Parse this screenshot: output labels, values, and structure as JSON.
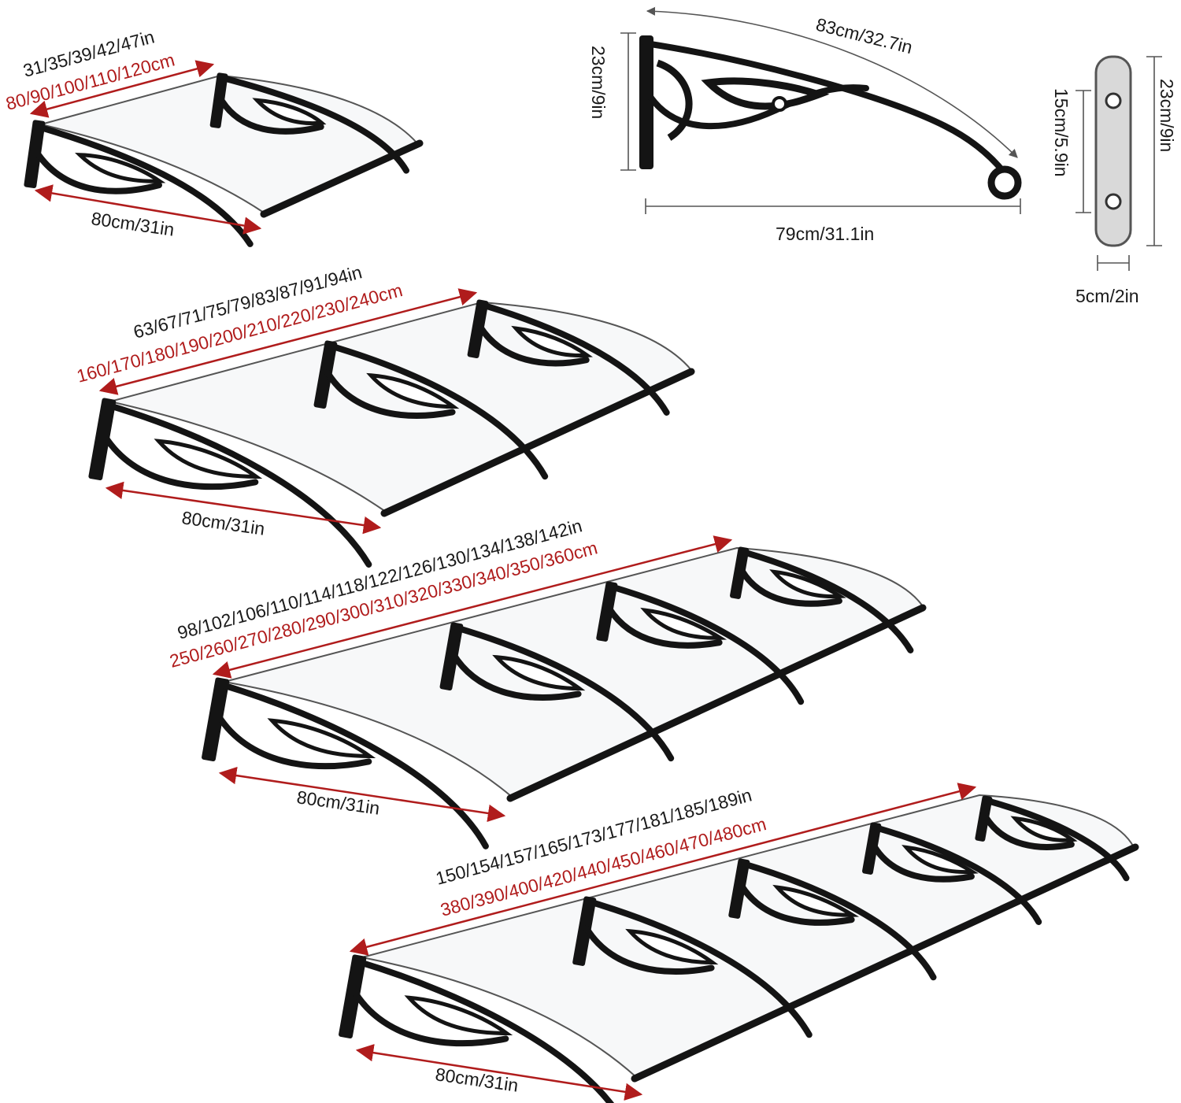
{
  "colors": {
    "dimension_red": "#b01c1c",
    "text_black": "#1a1a1a",
    "bracket_black": "#141414"
  },
  "bracket_detail": {
    "arc_length": "83cm/32.7in",
    "height": "23cm/9in",
    "depth": "79cm/31.1in"
  },
  "wall_plate": {
    "hole_spacing": "15cm/5.9in",
    "height": "23cm/9in",
    "width": "5cm/2in"
  },
  "canopies": [
    {
      "width_in": "31/35/39/42/47in",
      "width_cm": "80/90/100/110/120cm",
      "depth": "80cm/31in"
    },
    {
      "width_in": "63/67/71/75/79/83/87/91/94in",
      "width_cm": "160/170/180/190/200/210/220/230/240cm",
      "depth": "80cm/31in"
    },
    {
      "width_in": "98/102/106/110/114/118/122/126/130/134/138/142in",
      "width_cm": "250/260/270/280/290/300/310/320/330/340/350/360cm",
      "depth": "80cm/31in"
    },
    {
      "width_in": "150/154/157/165/173/177/181/185/189in",
      "width_cm": "380/390/400/420/440/450/460/470/480cm",
      "depth": "80cm/31in"
    }
  ]
}
